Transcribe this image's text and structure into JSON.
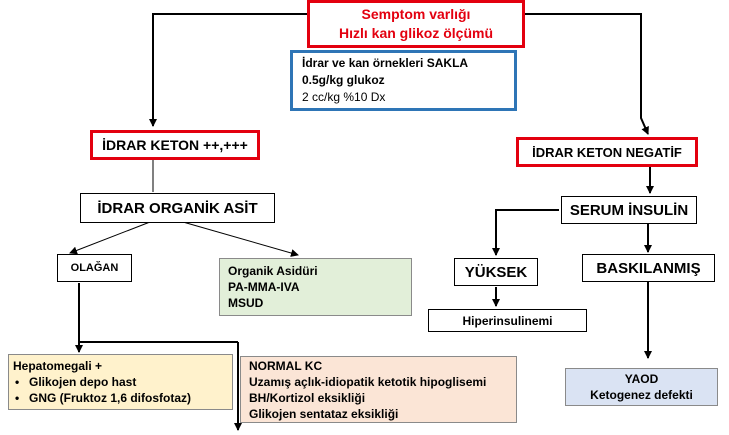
{
  "colors": {
    "red_border": "#e3000f",
    "red_text": "#e3000f",
    "blue_border": "#2e75b6",
    "green_fill": "#e2efd9",
    "yellow_fill": "#fff2cc",
    "peach_fill": "#fbe5d6",
    "lavender_fill": "#dae3f3",
    "line": "#000000"
  },
  "top": {
    "line1": "Semptom varlığı",
    "line2": "Hızlı kan glikoz ölçümü"
  },
  "sample": {
    "line1": "İdrar ve kan örnekleri SAKLA",
    "line2": "0.5g/kg glukoz",
    "line3": "2 cc/kg %10 Dx"
  },
  "ketone_pos": {
    "label": "İDRAR KETON ++,+++"
  },
  "ketone_neg": {
    "label": "İDRAR KETON NEGATİF"
  },
  "organic_acid": {
    "label": "İDRAR ORGANİK ASİT"
  },
  "normal": {
    "label": "OLAĞAN"
  },
  "acidemia": {
    "line1": "Organik Asidüri",
    "line2": "PA-MMA-IVA",
    "line3": "MSUD"
  },
  "hepato": {
    "title": "Hepatomegali +",
    "items": [
      "Glikojen depo hast",
      "GNG (Fruktoz 1,6 difosfotaz)"
    ]
  },
  "normal_kc": {
    "line1": "NORMAL KC",
    "line2": "Uzamış açlık-idiopatik ketotik hipoglisemi",
    "line3": "BH/Kortizol eksikliği",
    "line4": "Glikojen sentataz eksikliği"
  },
  "insulin": {
    "label": "SERUM İNSULİN"
  },
  "high": {
    "label": "YÜKSEK"
  },
  "suppressed": {
    "label": "BASKILANMIŞ"
  },
  "hyper": {
    "label": "Hiperinsulinemi"
  },
  "faod": {
    "line1": "YAOD",
    "line2": "Ketogenez defekti"
  }
}
